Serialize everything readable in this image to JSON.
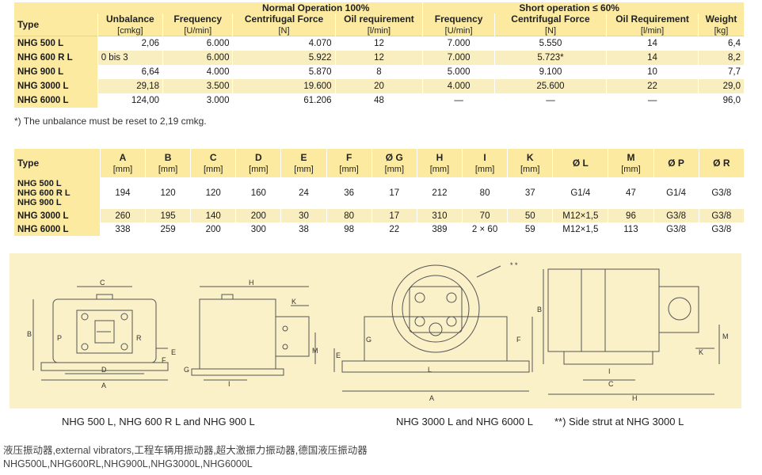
{
  "table1": {
    "group_normal": "Normal Operation 100%",
    "group_short": "Short operation ≤ 60%",
    "headers": [
      {
        "label": "Type",
        "unit": ""
      },
      {
        "label": "Unbalance",
        "unit": "[cmkg]"
      },
      {
        "label": "Frequency",
        "unit": "[U/min]"
      },
      {
        "label": "Centrifugal Force",
        "unit": "[N]"
      },
      {
        "label": "Oil requirement",
        "unit": "[l/min]"
      },
      {
        "label": "Frequency",
        "unit": "[U/min]"
      },
      {
        "label": "Centrifugal Force",
        "unit": "[N]"
      },
      {
        "label": "Oil Requirement",
        "unit": "[l/min]"
      },
      {
        "label": "Weight",
        "unit": "[kg]"
      }
    ],
    "rows": [
      [
        "NHG 500 L",
        "2,06",
        "6.000",
        "4.070",
        "12",
        "7.000",
        "5.550",
        "14",
        "6,4"
      ],
      [
        "NHG 600 R L",
        "0 bis 3",
        "6.000",
        "5.922",
        "12",
        "7.000",
        "5.723*",
        "14",
        "8,2"
      ],
      [
        "NHG 900 L",
        "6,64",
        "4.000",
        "5.870",
        "8",
        "5.000",
        "9.100",
        "10",
        "7,7"
      ],
      [
        "NHG 3000 L",
        "29,18",
        "3.500",
        "19.600",
        "20",
        "4.000",
        "25.600",
        "22",
        "29,0"
      ],
      [
        "NHG 6000 L",
        "124,00",
        "3.000",
        "61.206",
        "48",
        "—",
        "—",
        "—",
        "96,0"
      ]
    ],
    "footnote": "*) The unbalance must be reset to 2,19 cmkg."
  },
  "table2": {
    "headers": [
      {
        "label": "Type",
        "unit": ""
      },
      {
        "label": "A",
        "unit": "[mm]"
      },
      {
        "label": "B",
        "unit": "[mm]"
      },
      {
        "label": "C",
        "unit": "[mm]"
      },
      {
        "label": "D",
        "unit": "[mm]"
      },
      {
        "label": "E",
        "unit": "[mm]"
      },
      {
        "label": "F",
        "unit": "[mm]"
      },
      {
        "label": "Ø G",
        "unit": "[mm]"
      },
      {
        "label": "H",
        "unit": "[mm]"
      },
      {
        "label": "I",
        "unit": "[mm]"
      },
      {
        "label": "K",
        "unit": "[mm]"
      },
      {
        "label": "Ø L",
        "unit": ""
      },
      {
        "label": "M",
        "unit": "[mm]"
      },
      {
        "label": "Ø P",
        "unit": ""
      },
      {
        "label": "Ø R",
        "unit": ""
      }
    ],
    "row_group_types": [
      "NHG 500 L",
      "NHG 600 R L",
      "NHG 900 L"
    ],
    "row_group_values": [
      "194",
      "120",
      "120",
      "160",
      "24",
      "36",
      "17",
      "212",
      "80",
      "37",
      "G1/4",
      "47",
      "G1/4",
      "G3/8"
    ],
    "rows": [
      [
        "NHG 3000 L",
        "260",
        "195",
        "140",
        "200",
        "30",
        "80",
        "17",
        "310",
        "70",
        "50",
        "M12×1,5",
        "96",
        "G3/8",
        "G3/8"
      ],
      [
        "NHG 6000 L",
        "338",
        "259",
        "200",
        "300",
        "38",
        "98",
        "22",
        "389",
        "2 × 60",
        "59",
        "M12×1,5",
        "113",
        "G3/8",
        "G3/8"
      ]
    ]
  },
  "drawings": {
    "caption_small": "NHG 500 L, NHG 600 R L and NHG 900 L",
    "caption_large": "NHG 3000 L and NHG 6000 L",
    "caption_strut": "**) Side strut at NHG 3000 L",
    "labels": {
      "A": "A",
      "B": "B",
      "C": "C",
      "D": "D",
      "E": "E",
      "F": "F",
      "G": "G",
      "H": "H",
      "I": "I",
      "K": "K",
      "L": "L",
      "M": "M",
      "P": "P",
      "R": "R",
      "stars": "* *"
    }
  },
  "footer": {
    "line1": "液压振动器,external vibrators,工程车辆用振动器,超大激振力振动器,德国液压振动器",
    "line2": "NHG500L,NHG600RL,NHG900L,NHG3000L,NHG6000L"
  }
}
